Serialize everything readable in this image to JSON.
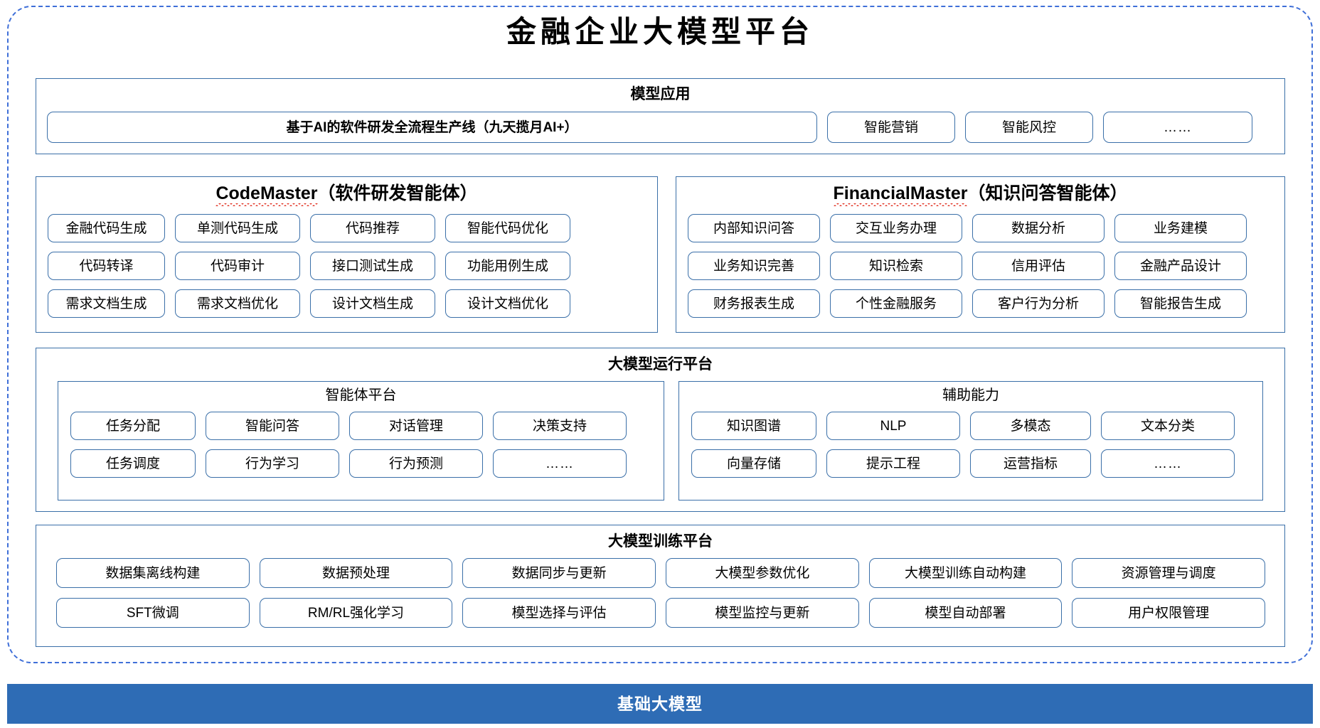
{
  "page": {
    "title": "金融企业大模型平台"
  },
  "model_application": {
    "title": "模型应用",
    "items": [
      {
        "label": "基于AI的软件研发全流程生产线（九天揽月AI+）",
        "bold": true
      },
      {
        "label": "智能营销",
        "bold": false
      },
      {
        "label": "智能风控",
        "bold": false
      },
      {
        "label": "……",
        "bold": false
      }
    ]
  },
  "codemaster": {
    "title_en": "CodeMaster",
    "title_cn": "（软件研发智能体）",
    "items": [
      "金融代码生成",
      "单测代码生成",
      "代码推荐",
      "智能代码优化",
      "代码转译",
      "代码审计",
      "接口测试生成",
      "功能用例生成",
      "需求文档生成",
      "需求文档优化",
      "设计文档生成",
      "设计文档优化"
    ]
  },
  "financialmaster": {
    "title_en": "FinancialMaster",
    "title_cn": "（知识问答智能体）",
    "items": [
      "内部知识问答",
      "交互业务办理",
      "数据分析",
      "业务建模",
      "业务知识完善",
      "知识检索",
      "信用评估",
      "金融产品设计",
      "财务报表生成",
      "个性金融服务",
      "客户行为分析",
      "智能报告生成"
    ]
  },
  "runtime_platform": {
    "title": "大模型运行平台",
    "agent_platform": {
      "title": "智能体平台",
      "items": [
        "任务分配",
        "智能问答",
        "对话管理",
        "决策支持",
        "任务调度",
        "行为学习",
        "行为预测",
        "……"
      ]
    },
    "auxiliary": {
      "title": "辅助能力",
      "items": [
        "知识图谱",
        "NLP",
        "多模态",
        "文本分类",
        "向量存储",
        "提示工程",
        "运营指标",
        "……"
      ]
    }
  },
  "training_platform": {
    "title": "大模型训练平台",
    "items": [
      "数据集离线构建",
      "数据预处理",
      "数据同步与更新",
      "大模型参数优化",
      "大模型训练自动构建",
      "资源管理与调度",
      "SFT微调",
      "RM/RL强化学习",
      "模型选择与评估",
      "模型监控与更新",
      "模型自动部署",
      "用户权限管理"
    ]
  },
  "foundation": {
    "label": "基础大模型"
  },
  "colors": {
    "outer_border": "#3f6fd8",
    "panel_border": "#3a6fa8",
    "chip_border": "#3a6fa8",
    "foundation_bar": "#2e6cb5",
    "foundation_text": "#ffffff",
    "spellcheck_underline": "#e03020"
  }
}
